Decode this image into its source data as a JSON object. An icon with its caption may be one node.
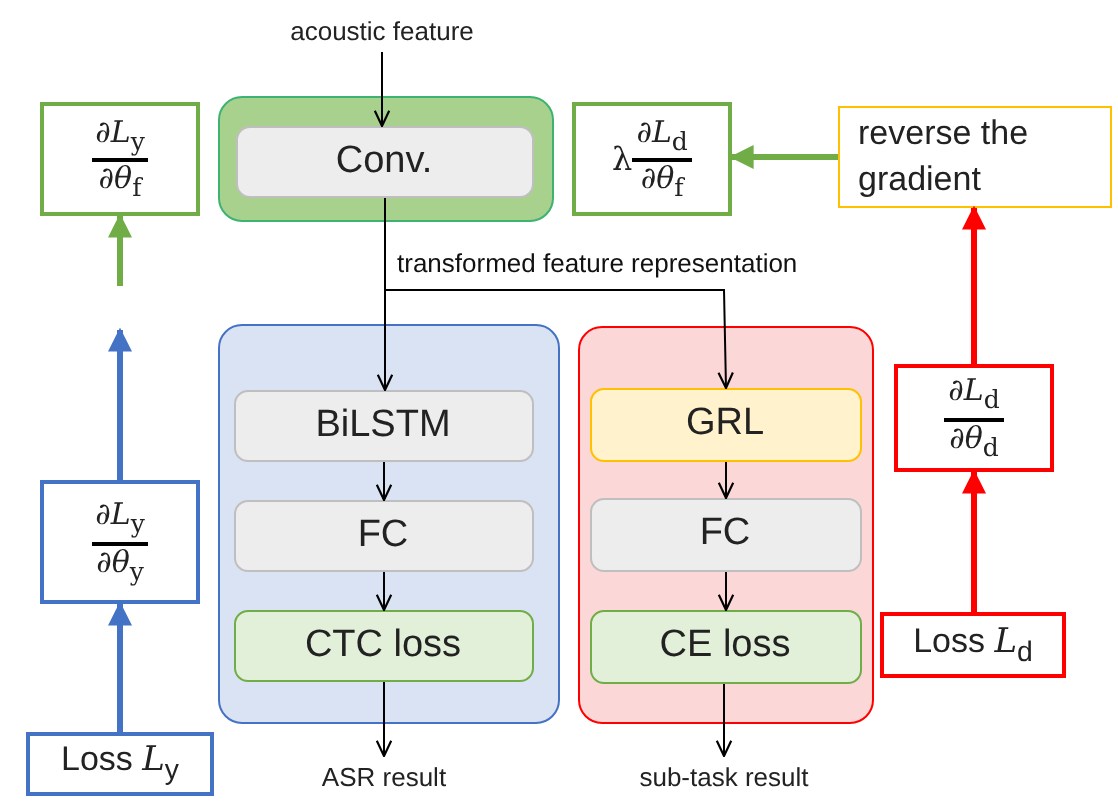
{
  "diagram": {
    "nodes": [
      {
        "text": [
          "acoustic feature"
        ]
      },
      {
        "text": [
          "∂*L*$_{y}$",
          "∂*θ*$_{f}$"
        ]
      },
      {
        "text": [],
        "shape": "box"
      },
      {
        "text": [
          "Conv."
        ],
        "in": 2
      },
      {
        "text": [
          "λ",
          "∂*L*$_{d}$",
          "∂*θ*$_{f}$"
        ]
      },
      {
        "text": [
          "reverse the gradient"
        ]
      },
      {
        "text": [],
        "shape": "box"
      },
      {
        "text": [
          "BiLSTM"
        ],
        "in": 6
      },
      {
        "text": [
          "FC"
        ],
        "in": 6
      },
      {
        "text": [
          "CTC loss"
        ],
        "in": 6
      },
      {
        "text": [],
        "shape": "box"
      },
      {
        "text": [
          "GRL"
        ],
        "in": 10
      },
      {
        "text": [
          "FC"
        ],
        "in": 10
      },
      {
        "text": [
          "CE loss"
        ],
        "in": 10
      },
      {
        "text": [
          "∂*L*$_{d}$",
          "∂*θ*$_{d}$"
        ]
      },
      {
        "text": [
          "∂*L*$_{y}$",
          "∂*θ*$_{y}$"
        ]
      },
      {
        "text": [
          "Loss *L*$_{d}$"
        ]
      },
      {
        "text": [
          "Loss *L*$_{y}$"
        ]
      },
      {
        "text": [
          "ASR result"
        ]
      },
      {
        "text": [
          "sub-task result"
        ]
      }
    ],
    "edges": [
      {
        "from": 0,
        "to": 3,
        "arrow": "to"
      },
      {
        "from": 3,
        "to": 7,
        "arrow": "to"
      },
      {
        "from": 3,
        "to": 11,
        "label": "transformed feature representation",
        "arrow": "to"
      },
      {
        "from": 7,
        "to": 8,
        "arrow": "to"
      },
      {
        "from": 8,
        "to": 9,
        "arrow": "to"
      },
      {
        "from": 11,
        "to": 12,
        "arrow": "to"
      },
      {
        "from": 12,
        "to": 13,
        "arrow": "to"
      },
      {
        "from": 9,
        "to": 18,
        "arrow": "to"
      },
      {
        "from": 13,
        "to": 19,
        "arrow": "to"
      },
      {
        "from": null,
        "to": 1,
        "arrow": "to",
        "style": "thick",
        "color": "#70ad47"
      },
      {
        "from": 5,
        "to": 4,
        "arrow": "to",
        "style": "thick",
        "color": "#70ad47"
      },
      {
        "from": 15,
        "to": null,
        "arrow": "to",
        "style": "thick",
        "color": "#4472c4"
      },
      {
        "from": 17,
        "to": 15,
        "arrow": "to",
        "style": "thick",
        "color": "#4472c4"
      },
      {
        "from": 14,
        "to": 5,
        "arrow": "to",
        "style": "thick",
        "color": "#ff0000"
      },
      {
        "from": 16,
        "to": 14,
        "arrow": "to",
        "style": "thick",
        "color": "#ff0000"
      }
    ]
  }
}
